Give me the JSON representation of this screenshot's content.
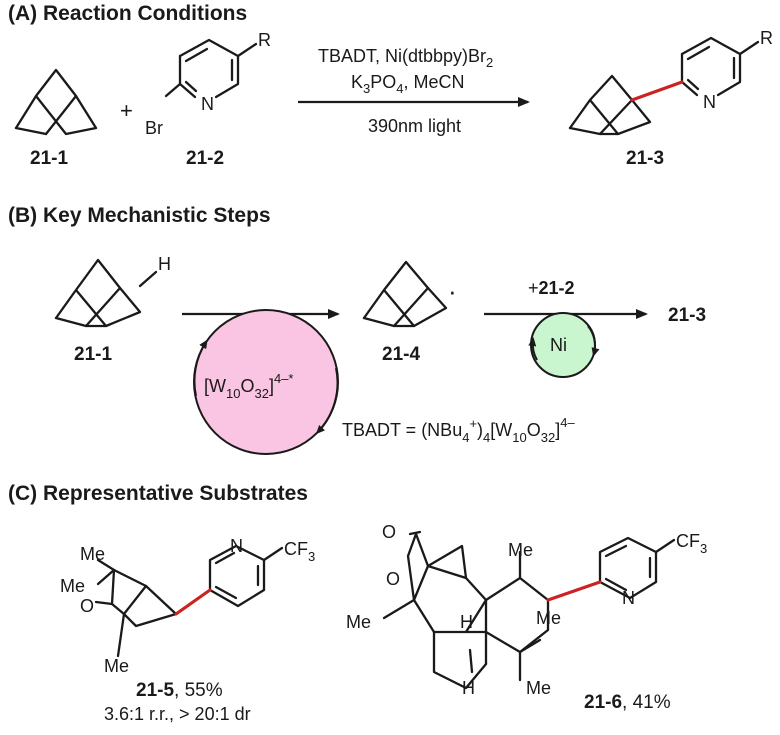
{
  "sections": {
    "a_title": "(A) Reaction Conditions",
    "b_title": "(B) Key Mechanistic Steps",
    "c_title": "(C) Representative Substrates"
  },
  "reaction_a": {
    "plus": "+",
    "reactant1_label": "21-1",
    "reactant2_label": "21-2",
    "product_label": "21-3",
    "cond_line1_pre": "TBADT, Ni(dtbbpy)Br",
    "cond_line1_sub": "2",
    "cond_line2_k": "K",
    "cond_line2_sub3": "3",
    "cond_line2_po": "PO",
    "cond_line2_sub4": "4",
    "cond_line2_post": ", MeCN",
    "cond_line3": "390nm light",
    "atom_R": "R",
    "atom_N": "N",
    "atom_Br": "Br"
  },
  "mechanism": {
    "start_label": "21-1",
    "H": "H",
    "intermediate_label": "21-4",
    "radical_dot": "·",
    "add_plus": "+",
    "add_reagent": "21-2",
    "end_label": "21-3",
    "catalyst_W_pre": "[W",
    "catalyst_W_sub10": "10",
    "catalyst_O": "O",
    "catalyst_sub32": "32",
    "catalyst_post": "]",
    "catalyst_sup": "4–*",
    "ni_label": "Ni",
    "def_pre": "TBADT = (NBu",
    "def_sub4a": "4",
    "def_sup_plus": "+",
    "def_mid": ")",
    "def_sub4b": "4",
    "def_W": "[W",
    "def_sub10": "10",
    "def_O": "O",
    "def_sub32": "32",
    "def_close": "]",
    "def_sup": "4–",
    "w_circle_color": "#f9c5e2",
    "ni_circle_color": "#c9f5cf"
  },
  "substrates": {
    "s5_label": "21-5",
    "s5_yield": ", 55%",
    "s5_selectivity": "3.6:1 r.r., > 20:1 dr",
    "s6_label": "21-6",
    "s6_yield": ", 41%",
    "Me": "Me",
    "O": "O",
    "N": "N",
    "H": "H",
    "CF3_pre": "CF",
    "CF3_sub": "3"
  },
  "colors": {
    "new_bond": "#cc2222"
  }
}
